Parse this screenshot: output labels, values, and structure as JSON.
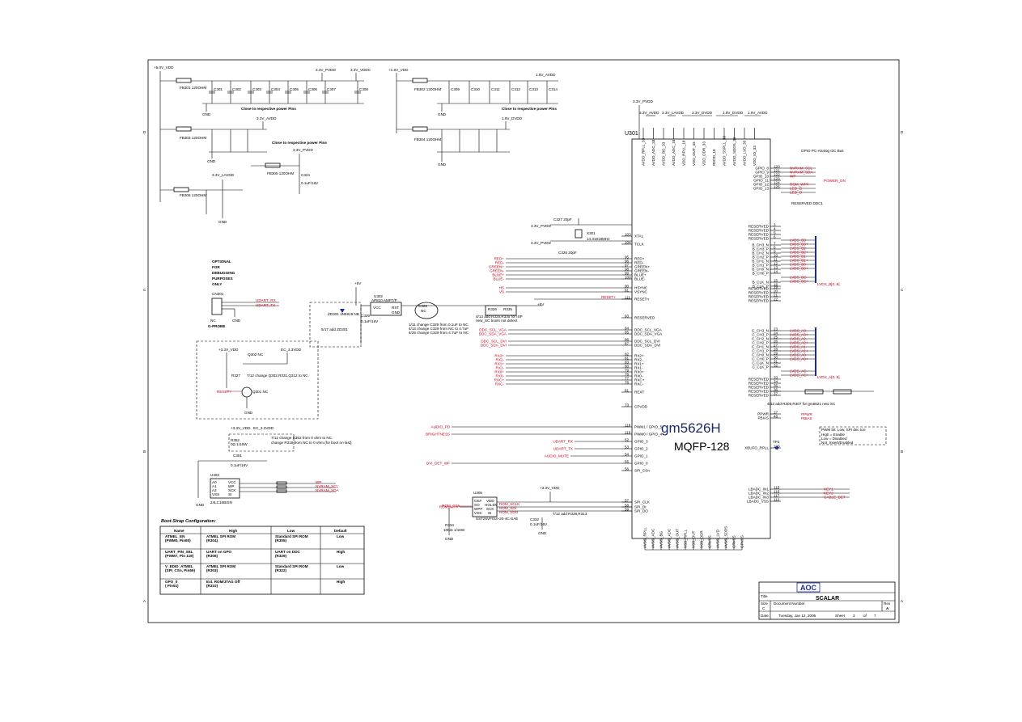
{
  "chip": {
    "ref": "U301",
    "part": "gm5626H",
    "package": "MQFP-128",
    "top_pins": [
      "AVDD_RPLL_33",
      "AVDD_ADC_33",
      "AVDD_BG_33",
      "AVDD_ADC_18",
      "VDD_RPLL_18",
      "VDD_OUT_33",
      "VDD_DDR_33",
      "RVDD_18",
      "AVDD_SSPLL_33",
      "AVDD_SDDS_33",
      "AVDD_LVD_33",
      "VDD_IO_33"
    ],
    "left_pins": [
      {
        "num": "103",
        "name": "XTAL"
      },
      {
        "num": "104",
        "name": "TCLK"
      },
      {
        "num": "95",
        "name": "RED+"
      },
      {
        "num": "96",
        "name": "RED-"
      },
      {
        "num": "97",
        "name": "GREEN+"
      },
      {
        "num": "98",
        "name": "GREEN-"
      },
      {
        "num": "99",
        "name": "BLUE+"
      },
      {
        "num": "100",
        "name": "BLUE-"
      },
      {
        "num": "90",
        "name": "HSYNC"
      },
      {
        "num": "91",
        "name": "VSYNC"
      },
      {
        "num": "111",
        "name": "RESETn"
      },
      {
        "num": "93",
        "name": "RESERVED"
      },
      {
        "num": "84",
        "name": "DDC_SCL_VGA"
      },
      {
        "num": "85",
        "name": "DDC_SDA_VGA"
      },
      {
        "num": "86",
        "name": "DDC_SCL_DVI"
      },
      {
        "num": "87",
        "name": "DDC_SDA_DVI"
      },
      {
        "num": "82",
        "name": "RX2+"
      },
      {
        "num": "81",
        "name": "RX2-"
      },
      {
        "num": "83",
        "name": "RX1+"
      },
      {
        "num": "80",
        "name": "RX1-"
      },
      {
        "num": "79",
        "name": "RX0+"
      },
      {
        "num": "78",
        "name": "RX0-"
      },
      {
        "num": "77",
        "name": "RXC+"
      },
      {
        "num": "76",
        "name": "RXC-"
      },
      {
        "num": "81",
        "name": "REXT"
      },
      {
        "num": "73",
        "name": "CPVDD"
      },
      {
        "num": "118",
        "name": "PWM1 / GPIO_5"
      },
      {
        "num": "119",
        "name": "PWM0 / GPIO_4"
      },
      {
        "num": "52",
        "name": "GPIO_3"
      },
      {
        "num": "53",
        "name": "GPIO_2"
      },
      {
        "num": "54",
        "name": "GPIO_1"
      },
      {
        "num": "55",
        "name": "GPIO_0"
      },
      {
        "num": "56",
        "name": "SPI_CSn"
      },
      {
        "num": "57",
        "name": "SPI_CLK"
      },
      {
        "num": "58",
        "name": "SPI_DI"
      },
      {
        "num": "59",
        "name": "SPI_DO"
      }
    ],
    "right_pins_top": [
      "GPIO_8",
      "GPIO_9",
      "GPIO_10",
      "GPIO_11",
      "GPIO_12",
      "GPIO_13"
    ],
    "right_pins_lvds_a": [
      "RESERVED",
      "RESERVED",
      "RESERVED",
      "RESERVED",
      "B_CH3_N",
      "B_CH3_P",
      "B_CH2_N",
      "B_CH2_P",
      "B_CH1_N",
      "B_CH1_P",
      "B_CH0_N",
      "B_CH0_P",
      "B_CLK_N",
      "B_CLK_P"
    ],
    "right_pins_lvds_b": [
      "RESERVED",
      "RESERVED",
      "RESERVED",
      "RESERVED",
      "C_CH3_N",
      "C_CH3_P",
      "C_CH2_N",
      "C_CH2_P",
      "C_CH1_N",
      "C_CH1_P",
      "C_CH0_N",
      "C_CH0_P",
      "C_CLK_N",
      "C_CLK_P",
      "RESERVED",
      "RESERVED",
      "RESERVED",
      "RESERVED",
      "RESERVED"
    ],
    "right_pins_bottom": [
      "PPWR",
      "PBIAS",
      "XBUFO_RPLL",
      "LBADC_IN1",
      "LBADC_IN2",
      "LBADC_IN3",
      "LBADC_VSS"
    ]
  },
  "power": {
    "rails": [
      "+5.0V_VDD",
      "3.3V_PVDD",
      "3.3V_VDDC",
      "+1.8V_VDD",
      "1.8V_AVDD",
      "3.3V_AVDD",
      "1.8V_DVDD",
      "3.3V_PVDD",
      "3.3V_LAVDD",
      "3.3V_DVDD",
      "1.8V_DVDD",
      "1.8V_AVDD"
    ],
    "ferrites": [
      "FB301 120OHM",
      "FB302 120OHM",
      "FB303 120OHM",
      "FB304 120OHM",
      "FB305 120OHM",
      "FB306 120OHM"
    ],
    "note1": "Close to respective power Pins",
    "note2": "Close to respective power Pins",
    "note3": "Close to respective power Pins",
    "caps_top_left": [
      "C301",
      "C302",
      "C303",
      "C304",
      "C305",
      "C306",
      "C307",
      "C308"
    ],
    "caps_top_right": [
      "C309",
      "C310",
      "C311",
      "C312",
      "C313",
      "C314"
    ],
    "cap_value": "0.1uF/16V"
  },
  "debug": {
    "title_lines": [
      "OPTIONAL",
      "FOR",
      "DEBUGGING",
      "PURPOSES",
      "ONLY"
    ],
    "connector": "CN301",
    "connector_label": "G-PROBE",
    "nc": "NC",
    "signals": [
      "UDART_RX",
      "UDART_TX"
    ]
  },
  "reset": {
    "ref": "U302",
    "part": "AP810 AMFT/P",
    "diode": "ZD301 1N5919 NB",
    "cap": "C329",
    "note_lines": [
      "1/11 change C329 from 0.1uF to NC",
      "4/13 change C329 from NC to 4.7uF",
      "4/25 change C329 from 4.7uF to NC"
    ],
    "note2": "5/17 add ZD301",
    "signal": "RESET+"
  },
  "gpio_block": {
    "rail": "+3.3V_VDD",
    "rail2": "EC_3.3VDD",
    "note": "7/12 change Q302,R331,Q312 to NC.",
    "q1": "Q302 NC",
    "q2": "Q301 NC",
    "r": "R327",
    "signal": "RESET+"
  },
  "eeprom": {
    "ref": "U303",
    "part": "24LC16B/SN",
    "pins": [
      "A0",
      "A1",
      "A2",
      "VSS",
      "VCC",
      "WP",
      "SCK",
      "SI"
    ],
    "note_lines": [
      "7/12 change R352 from 0 ohm to NC.",
      "change R318 from NC to 0 ohm.(for boot on last)"
    ],
    "signals": [
      "WP",
      "NVRAM_SCL",
      "NVRAM_SDA"
    ]
  },
  "flash": {
    "ref": "U305",
    "part": "SST25VF010-20-4C-SAE",
    "pins": [
      "CE#",
      "SO",
      "WP#",
      "VSS",
      "VDD",
      "HOLD#",
      "SCK",
      "SI"
    ],
    "signals": [
      "ROM_CSn",
      "ROM_SCLK",
      "ROM_SDI",
      "ROM_SDO"
    ],
    "note": "7/12 add R336,R313"
  },
  "left_signals": {
    "rgb": [
      "RED+",
      "RED-",
      "GREEN+",
      "GREEN-",
      "BLUE+",
      "BLUE-"
    ],
    "sync": [
      "HS",
      "VS"
    ],
    "ddc": [
      "DDC_SCL_VGA",
      "DDC_SDA_VGA",
      "DDC_SCL_DVI",
      "DDC_SDA_DVI"
    ],
    "tmds": [
      "RX2+",
      "RX2-",
      "RX1+",
      "RX1-",
      "RX0+",
      "RX0-",
      "RXC+",
      "RXC-"
    ],
    "misc": [
      "AUDIO_PD",
      "BRIGHTNESS",
      "UDART_RX",
      "UDART_TX",
      "AUDIO_MUTE",
      "DVI_DET_WF",
      "ROM_WP#"
    ]
  },
  "crystal": {
    "ref": "X301",
    "freq": "14.31818MHz",
    "caps": [
      "C327 20pF",
      "C328 20pF"
    ],
    "rail": "3.3V_PVDD"
  },
  "right_signals": {
    "gpio": [
      "NVRAM_SCL",
      "NVRAM_SDA",
      "WP",
      "",
      "ROM_WP#",
      "LED_G",
      "LED_O"
    ],
    "power_on": "POWER_ON",
    "lvds_a": [
      "LVDS_B3-",
      "LVDS_B3+",
      "LVDS_B2-",
      "LVDS_B2+",
      "LVDS_B1-",
      "LVDS_B1+",
      "LVDS_B0-",
      "LVDS_B0+",
      "LVDS_BC-",
      "LVDS_BC+"
    ],
    "lvds_b": [
      "LVDS_A3-",
      "LVDS_A3+",
      "LVDS_A2-",
      "LVDS_A2+",
      "LVDS_A1-",
      "LVDS_A1+",
      "LVDS_A0-",
      "LVDS_A0+",
      "LVDS_AC-",
      "LVDS_AC+"
    ],
    "bus_a": "LVDS_B[0..9]",
    "bus_b": "LVDS_A[0..9]",
    "adc": [
      "KEY1",
      "KEY2",
      "CABLE_DET"
    ],
    "top_note": "GPIO PC-Analog I2C Bus",
    "reserved_note": "RESERVED DDC1",
    "tp": "TP1"
  },
  "bootstrap": {
    "title": "Boot-Strap Configuration:",
    "headers": [
      "Name",
      "High",
      "Low",
      "Default"
    ],
    "rows": [
      {
        "name": "ATMEL_EN\n(PWM0, Pin80)",
        "high": "ATMEL SPI ROM\n(R304)",
        "low": "Standard SPI ROM\n(R305)",
        "def": "Low"
      },
      {
        "name": "UART_PIN_SEL\n(PWM7, Pin 119)",
        "high": "UART on GPO\n(R306)",
        "low": "UART on DDC\n(R329)",
        "def": "High"
      },
      {
        "name": "V_EDID_ATMEL\n(SPI_CSn, Pin59)",
        "high": "ATMEL SPI ROM\n(R303)",
        "low": "Standard SPI ROM\n(R322)",
        "def": "Low"
      },
      {
        "name": "GPO_0\n( Pin51)",
        "high": "Ext. ROM/JTAG Off\n(R310)",
        "low": "",
        "def": "High"
      }
    ]
  },
  "title_block": {
    "title_label": "Title",
    "title": "SCALAR",
    "size_label": "Size",
    "size": "C",
    "docnum_label": "Document Number",
    "rev_label": "Rev",
    "rev": "A",
    "date_label": "Date:",
    "date": "Tuesday, Jan 12, 2005",
    "sheet_label": "Sheet",
    "sheet": "3",
    "of_label": "of",
    "of": "7"
  },
  "pwm_note": {
    "lines": [
      "PWM bit: Low, SPI dec too",
      "High = Enable",
      "Low = Disabled",
      "Not_Insert/Enabled"
    ],
    "ppwr": "PPWR",
    "pbias": "PBIAS"
  },
  "lvds_note": "4/13 add R306,R307 for gm5621 new SC",
  "bottom_pins": [
    "AVSS_RPLL",
    "AVSS_ADC",
    "AVSS_BG",
    "AVSS_ADC",
    "AVSS_OUT",
    "VSS_RPLL",
    "VSS_OUT",
    "VSS_DDR",
    "CRVSS",
    "AVSS_LVD",
    "AVSS_SDDS",
    "CRVSS",
    "GPVSS"
  ]
}
